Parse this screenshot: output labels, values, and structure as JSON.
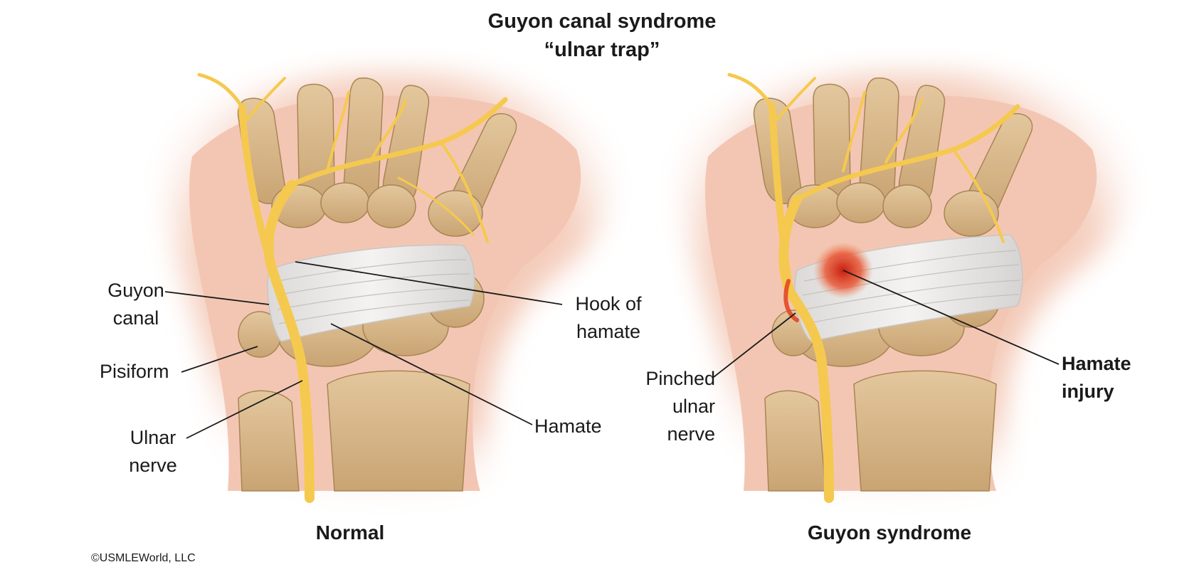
{
  "title": {
    "line1": "Guyon canal syndrome",
    "line2": "“ulnar trap”"
  },
  "left_panel": {
    "caption": "Normal",
    "labels": {
      "guyon_canal": "Guyon\ncanal",
      "pisiform": "Pisiform",
      "ulnar_nerve": "Ulnar\nnerve",
      "hook_of_hamate": "Hook of\nhamate",
      "hamate": "Hamate"
    }
  },
  "right_panel": {
    "caption": "Guyon syndrome",
    "labels": {
      "pinched_ulnar_nerve": "Pinched\nulnar\nnerve",
      "hamate_injury": "Hamate\ninjury"
    }
  },
  "copyright": "©USMLEWorld, LLC",
  "colors": {
    "skin": "#f2c3ae",
    "bone": "#d9b98a",
    "bone_shadow": "#b8935e",
    "nerve": "#f7d36a",
    "ligament": "#ecebea",
    "injury": "#d8321e"
  }
}
